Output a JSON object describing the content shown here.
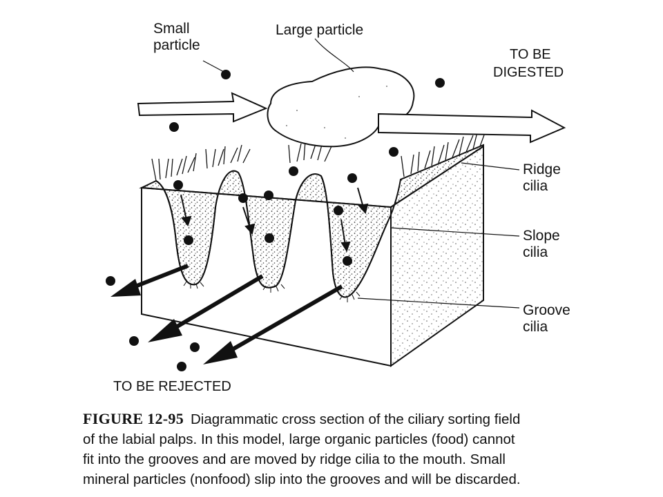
{
  "labels": {
    "small_particle_1": "Small",
    "small_particle_2": "particle",
    "large_particle": "Large particle",
    "digested_1": "TO BE",
    "digested_2": "DIGESTED",
    "ridge_1": "Ridge",
    "ridge_2": "cilia",
    "slope_1": "Slope",
    "slope_2": "cilia",
    "groove_1": "Groove",
    "groove_2": "cilia",
    "rejected": "TO BE REJECTED"
  },
  "caption": {
    "figure_number": "FIGURE 12-95",
    "line1": "Diagrammatic cross section of the ciliary sorting field",
    "line2": "of the labial palps. In this model, large organic particles (food) cannot",
    "line3": "fit into the grooves and are moved by ridge cilia to the mouth. Small",
    "line4": "mineral particles (nonfood) slip into the grooves and will be discarded."
  }
}
